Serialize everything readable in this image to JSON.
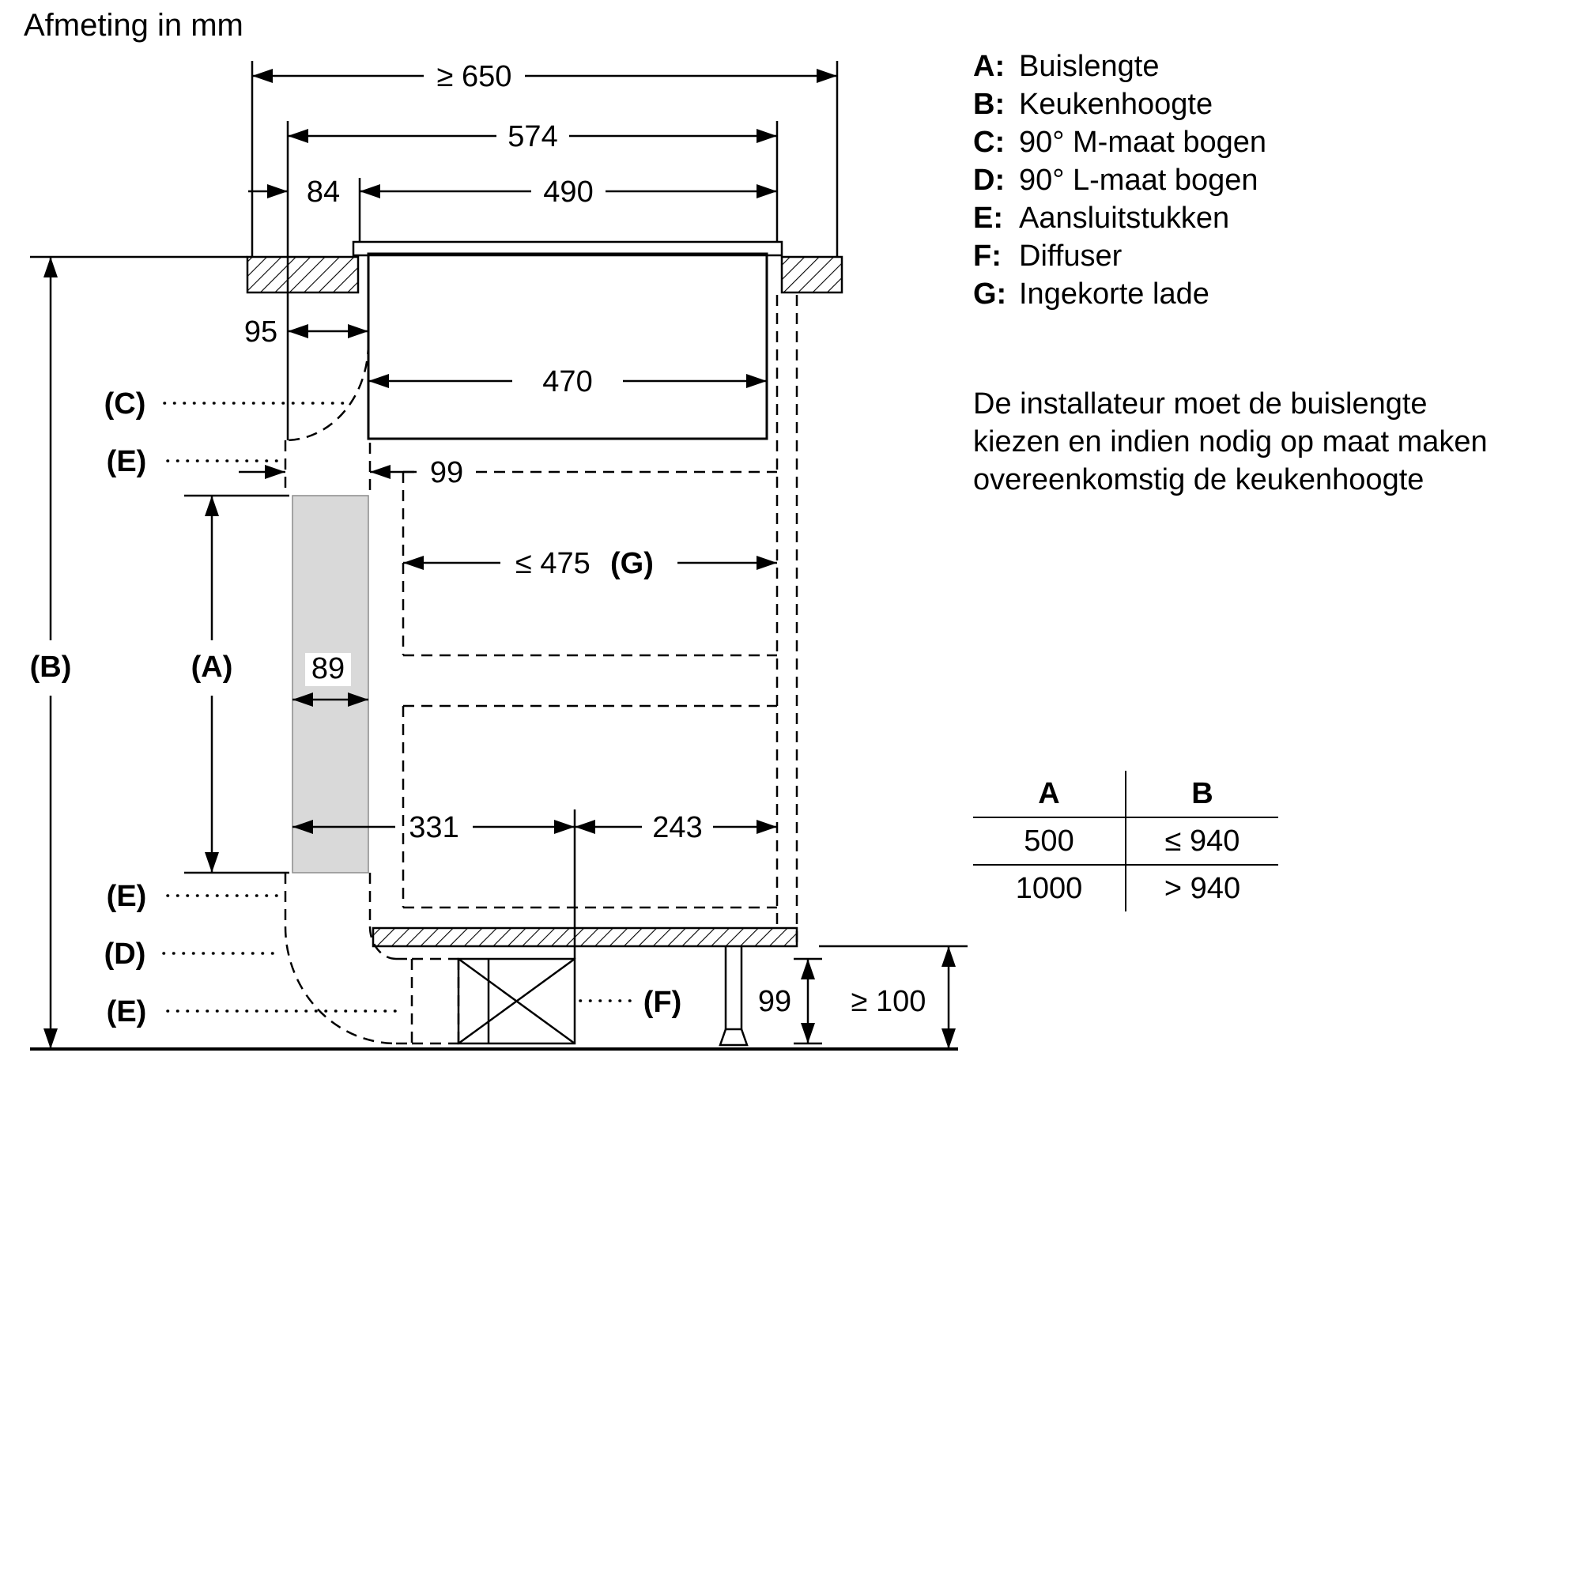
{
  "title": "Afmeting in mm",
  "legend": {
    "items": [
      {
        "key": "A:",
        "label": "Buislengte"
      },
      {
        "key": "B:",
        "label": "Keukenhoogte"
      },
      {
        "key": "C:",
        "label": "90° M-maat bogen"
      },
      {
        "key": "D:",
        "label": "90° L-maat bogen"
      },
      {
        "key": "E:",
        "label": "Aansluitstukken"
      },
      {
        "key": "F:",
        "label": "Diffuser"
      },
      {
        "key": "G:",
        "label": "Ingekorte lade"
      }
    ]
  },
  "note": "De installateur moet de buislengte kiezen en indien nodig op maat maken overeenkomstig de keukenhoogte",
  "table": {
    "headers": [
      "A",
      "B"
    ],
    "rows": [
      [
        "500",
        "≤ 940"
      ],
      [
        "1000",
        "> 940"
      ]
    ]
  },
  "diagram": {
    "dims": {
      "min_width": "≥ 650",
      "width_574": "574",
      "offset_84": "84",
      "cutout_490": "490",
      "depth_95": "95",
      "inner_470": "470",
      "connector_99": "99",
      "drawer_max": "≤ 475",
      "drawer_label": "(G)",
      "pipe_89": "89",
      "dist_331": "331",
      "dist_243": "243",
      "diffuser_99": "99",
      "plinth_min": "≥ 100"
    },
    "labels": {
      "a": "(A)",
      "b": "(B)",
      "c": "(C)",
      "d": "(D)",
      "e": "(E)",
      "f": "(F)"
    }
  },
  "colors": {
    "line": "#000000",
    "pipe_fill": "#d9d9d9",
    "background": "#ffffff"
  }
}
